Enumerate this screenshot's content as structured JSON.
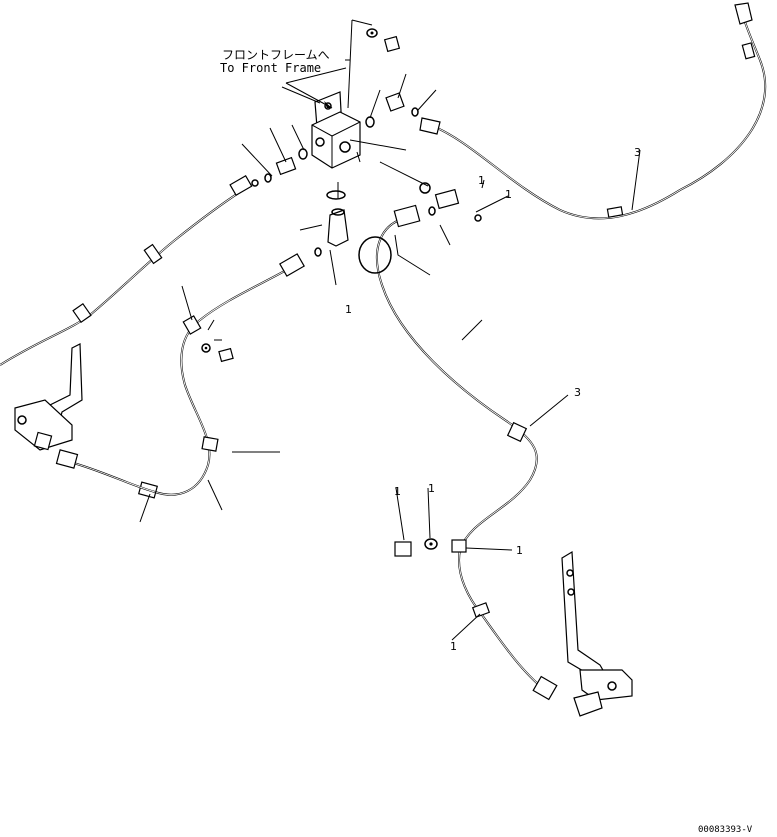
{
  "annotation": {
    "jp": "フロントフレームへ",
    "en": "To Front Frame"
  },
  "callouts": [
    {
      "id": "c-hose-right",
      "text": "3"
    },
    {
      "id": "c-clamp-upper",
      "text": "3"
    },
    {
      "id": "c-fitting-top",
      "text": "1"
    },
    {
      "id": "c-clamp-lower",
      "text": "1"
    },
    {
      "id": "c-bolt-lower",
      "text": "1"
    },
    {
      "id": "c-washer-lower",
      "text": "1"
    },
    {
      "id": "c-plug",
      "text": "1"
    },
    {
      "id": "c-elbow",
      "text": "1"
    },
    {
      "id": "c-lower-tube",
      "text": "1"
    }
  ],
  "document_id": "00083393-V"
}
